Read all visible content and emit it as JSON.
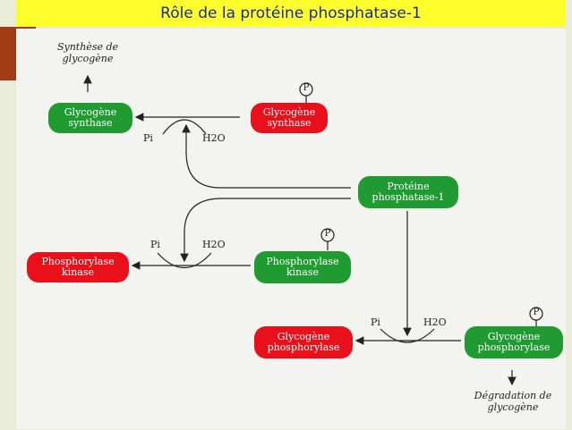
{
  "title": "Rôle de la protéine phosphatase-1",
  "nodes": {
    "gs_active": "Glycogène synthase",
    "gs_phospho": "Glycogène synthase",
    "pp1": "Protéine phosphatase-1",
    "pk_active": "Phosphorylase kinase",
    "pk_phospho": "Phosphorylase kinase",
    "gp_active": "Glycogène phosphorylase",
    "gp_phospho": "Glycogène phosphorylase"
  },
  "outputs": {
    "synthesis": "Synthèse de glycogène",
    "degradation": "Dégradation de glycogène"
  },
  "labels": {
    "pi": "Pi",
    "h2o": "H2O",
    "p": "P"
  },
  "colors": {
    "active": "#1f9b32",
    "inactive": "#e8101a",
    "title_bg": "#ffff2e"
  }
}
